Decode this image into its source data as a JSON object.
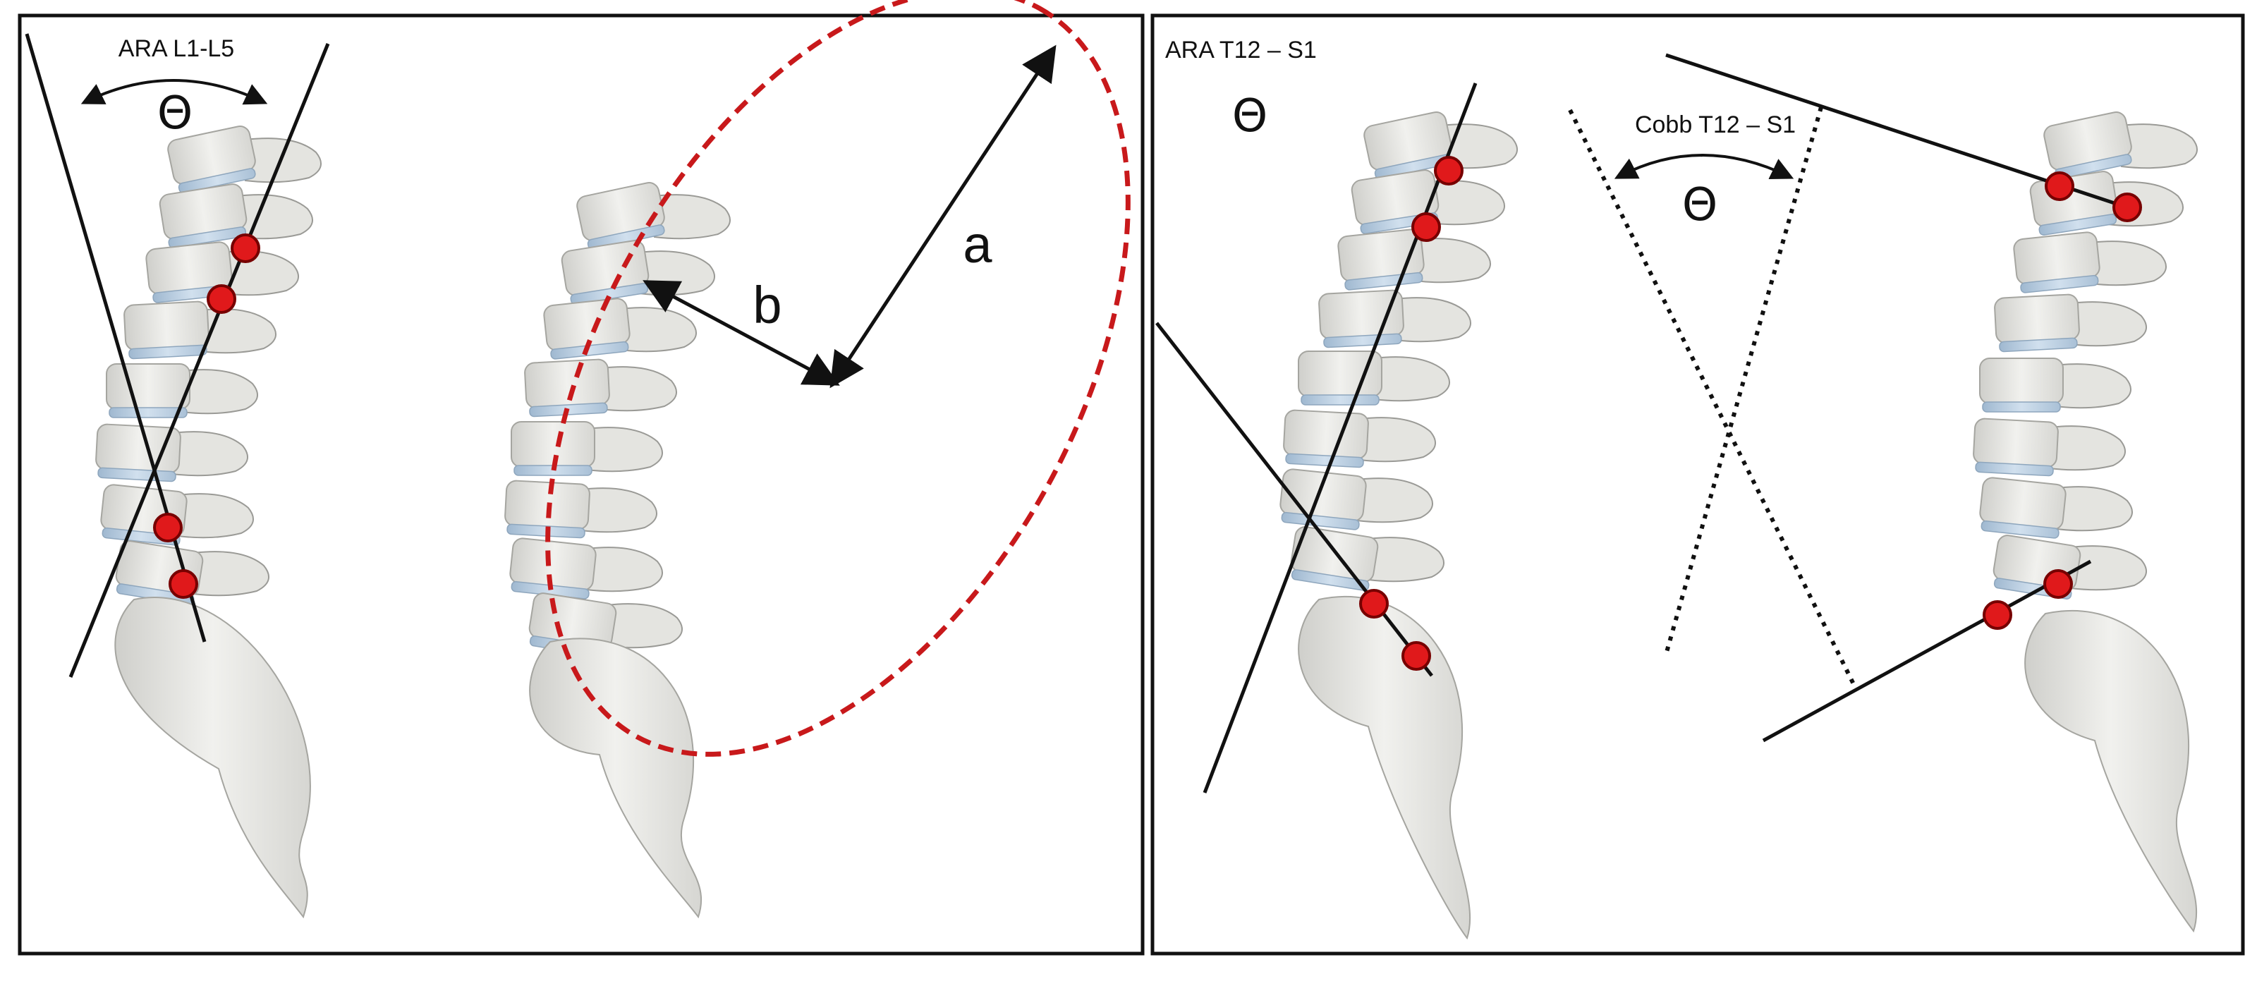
{
  "panels": [
    {
      "angle_label": "ARA L1-L5",
      "theta": "Θ",
      "axis_a": "a",
      "axis_b": "b"
    },
    {
      "angle_label": "ARA T12 – S1",
      "theta": "Θ",
      "cobb_label": "Cobb T12 – S1",
      "cobb_theta": "Θ"
    }
  ],
  "colors": {
    "marker": "#e0191b",
    "ellipse": "#c8191b",
    "bone": "#e4e4e0",
    "disc": "#b9cde0",
    "line": "#111111"
  }
}
